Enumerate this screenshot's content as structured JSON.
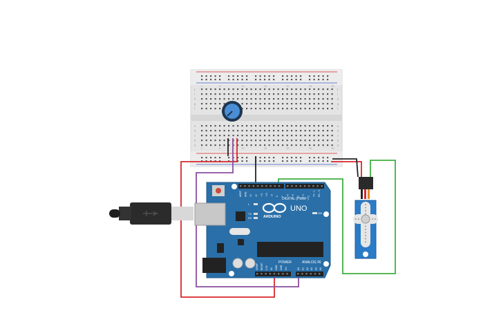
{
  "board": {
    "brand": "ARDUINO",
    "model": "UNO",
    "digital_header": "DIGITAL (PWM~)",
    "power_header": "POWER",
    "analog_header": "ANALOG IN",
    "led_on": "ON",
    "led_tx": "TX",
    "led_rx": "RX",
    "led_l": "L",
    "digital_pins": [
      "AREF",
      "GND",
      "13",
      "12",
      "~11",
      "~10",
      "~9",
      "8",
      "7",
      "~6",
      "~5",
      "4",
      "~3",
      "2",
      "TX→1",
      "RX←0"
    ],
    "power_pins": [
      "IOREF",
      "RESET",
      "3.3V",
      "5V",
      "GND",
      "GND",
      "Vin"
    ],
    "analog_pins": [
      "A0",
      "A1",
      "A2",
      "A3",
      "A4",
      "A5"
    ]
  },
  "breadboard": {
    "col_numbers": [
      "1",
      "5",
      "10",
      "15",
      "20",
      "25",
      "30"
    ],
    "row_letters_top": [
      "j",
      "i",
      "h",
      "g",
      "f"
    ],
    "row_letters_bottom": [
      "e",
      "d",
      "c",
      "b",
      "a"
    ]
  },
  "colors": {
    "board": "#2a6fa8",
    "wire_red": "#d9262b",
    "wire_purple": "#8a4d9e",
    "wire_green": "#3fae3f",
    "wire_black": "#222222",
    "breadboard": "#e4e4e4",
    "servo": "#2b7bc7"
  }
}
